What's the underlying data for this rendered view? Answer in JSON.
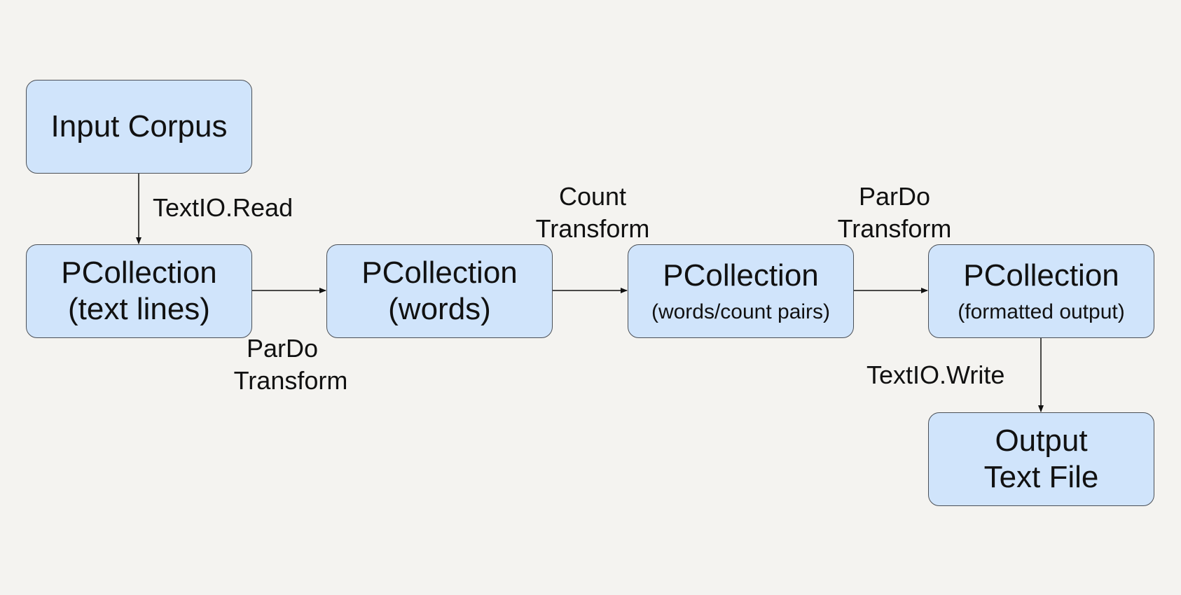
{
  "diagram": {
    "nodes": {
      "input_corpus": {
        "line1": "Input Corpus"
      },
      "text_lines": {
        "line1": "PCollection",
        "line2": "(text lines)"
      },
      "words": {
        "line1": "PCollection",
        "line2": "(words)"
      },
      "count_pairs": {
        "line1": "PCollection",
        "line2": "(words/count pairs)"
      },
      "formatted_output": {
        "line1": "PCollection",
        "line2": "(formatted output)"
      },
      "output_file": {
        "line1": "Output",
        "line2": "Text File"
      }
    },
    "edges": {
      "textio_read": {
        "line1": "TextIO.Read"
      },
      "pardo_1": {
        "line1": "ParDo",
        "line2": "Transform"
      },
      "count": {
        "line1": "Count",
        "line2": "Transform"
      },
      "pardo_2": {
        "line1": "ParDo",
        "line2": "Transform"
      },
      "textio_write": {
        "line1": "TextIO.Write"
      }
    },
    "colors": {
      "background": "#f4f3f0",
      "node_fill": "#d0e4fb",
      "node_border": "#4a4f56",
      "arrow": "#111111"
    }
  }
}
